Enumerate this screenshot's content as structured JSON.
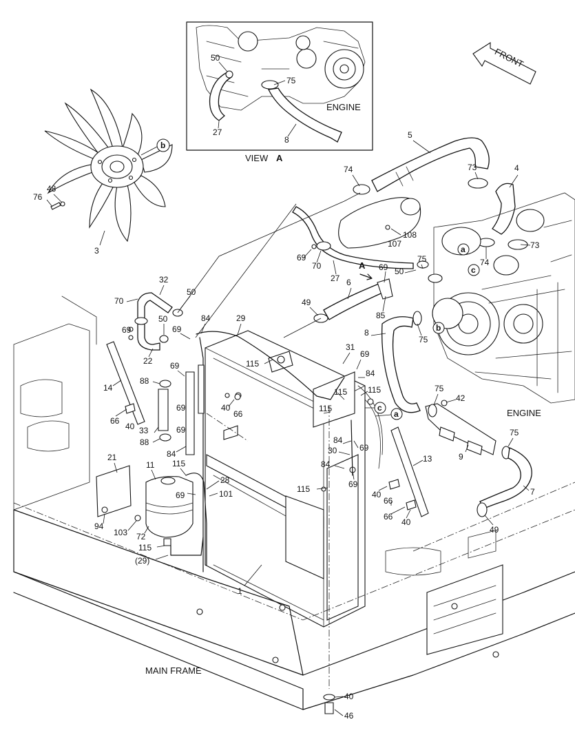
{
  "captions": {
    "engine_inset": "ENGINE",
    "view_label": "VIEW",
    "view_letter": "A",
    "front": "FRONT",
    "engine_main": "ENGINE",
    "main_frame": "MAIN FRAME",
    "view_arrow_letter": "A"
  },
  "callout_letters": [
    "a",
    "b",
    "c"
  ],
  "part_numbers": {
    "inset_50": "50",
    "inset_75": "75",
    "inset_27": "27",
    "inset_8": "8",
    "p76": "76",
    "p48": "48",
    "p3": "3",
    "p5": "5",
    "p74a": "74",
    "p73a": "73",
    "p4": "4",
    "p108": "108",
    "p107": "107",
    "p73b": "73",
    "p74b": "74",
    "p69a": "69",
    "p70a": "70",
    "p27": "27",
    "p69b": "69",
    "p75a": "75",
    "p50a": "50",
    "p6": "6",
    "p85": "85",
    "p75b": "75",
    "p8": "8",
    "p49a": "49",
    "p32": "32",
    "p70b": "70",
    "p50b": "50",
    "p69c": "69",
    "p50c": "50",
    "p22": "22",
    "p69d": "69",
    "p84a": "84",
    "p29": "29",
    "p115a": "115",
    "p14": "14",
    "p88a": "88",
    "p69e": "69",
    "p40a": "40",
    "p66a": "66",
    "p66b": "66",
    "p40b": "40",
    "p33": "33",
    "p69f": "69",
    "p69g": "69",
    "p88b": "88",
    "p84b": "84",
    "p31": "31",
    "p69h": "69",
    "p84c": "84",
    "p115b": "115",
    "p115c": "115",
    "p115d": "115",
    "p84d": "84",
    "p30": "30",
    "p69i": "69",
    "p75c": "75",
    "p42": "42",
    "p9": "9",
    "p75d": "75",
    "p7": "7",
    "p49b": "49",
    "p13": "13",
    "p84e": "84",
    "p69j": "69",
    "p40c": "40",
    "p66c": "66",
    "p66d": "66",
    "p40d": "40",
    "p115e": "115",
    "p21": "21",
    "p11": "11",
    "p115f": "115",
    "p28": "28",
    "p69k": "69",
    "p101": "101",
    "p94": "94",
    "p103": "103",
    "p72": "72",
    "p115g": "115",
    "p29paren": "(29)",
    "p1": "1",
    "p40e": "40",
    "p46": "46"
  }
}
